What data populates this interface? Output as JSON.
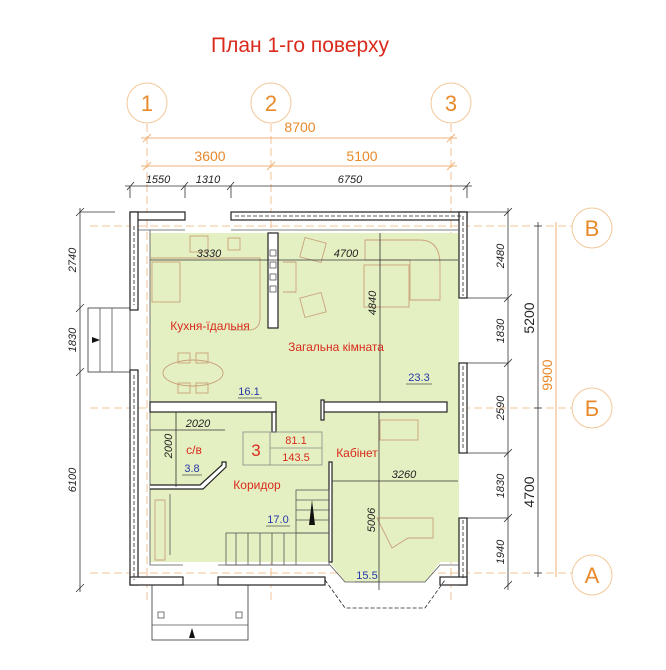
{
  "title": "План 1-го поверху",
  "axes": {
    "columns": [
      "1",
      "2",
      "3"
    ],
    "rows": [
      "В",
      "Б",
      "А"
    ]
  },
  "dimensions": {
    "top_overall": "8700",
    "top_axes": [
      "3600",
      "5100"
    ],
    "top_walls": [
      "1550",
      "1310",
      "6750"
    ],
    "left": [
      "2740",
      "1830",
      "6100"
    ],
    "right_small": [
      "2480",
      "1830",
      "2590",
      "1830",
      "1940"
    ],
    "right_axes": [
      "5200",
      "4700"
    ],
    "right_overall": "9900",
    "interior": {
      "kitchen_width": "3330",
      "living_width": "4700",
      "living_depth": "4840",
      "wc_width": "2020",
      "wc_depth": "2000",
      "office_width": "3260",
      "office_depth": "5006"
    }
  },
  "rooms": [
    {
      "name": "Кухня-їдальня",
      "area": "16.1"
    },
    {
      "name": "Загальна кімната",
      "area": "23.3"
    },
    {
      "name": "с/в",
      "area": "3.8"
    },
    {
      "name": "Коридор",
      "area": "17.0"
    },
    {
      "name": "Кабінет",
      "area": "15.5"
    }
  ],
  "summary": {
    "rooms_count": "3",
    "living_area": "81.1",
    "total_area": "143.5"
  },
  "colors": {
    "room_fill": "#e4f0c2",
    "axis": "#e8892a",
    "room_name": "#d92a1c",
    "area": "#2637a8"
  }
}
